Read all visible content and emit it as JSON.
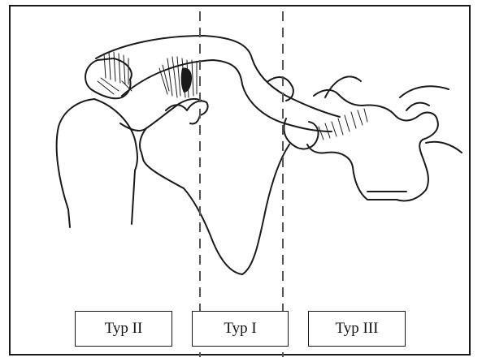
{
  "labels": {
    "type_ii": "Typ II",
    "type_i": "Typ I",
    "type_iii": "Typ III"
  },
  "colors": {
    "line": "#1a1a1a",
    "dash": "#555555",
    "background": "#ffffff"
  }
}
